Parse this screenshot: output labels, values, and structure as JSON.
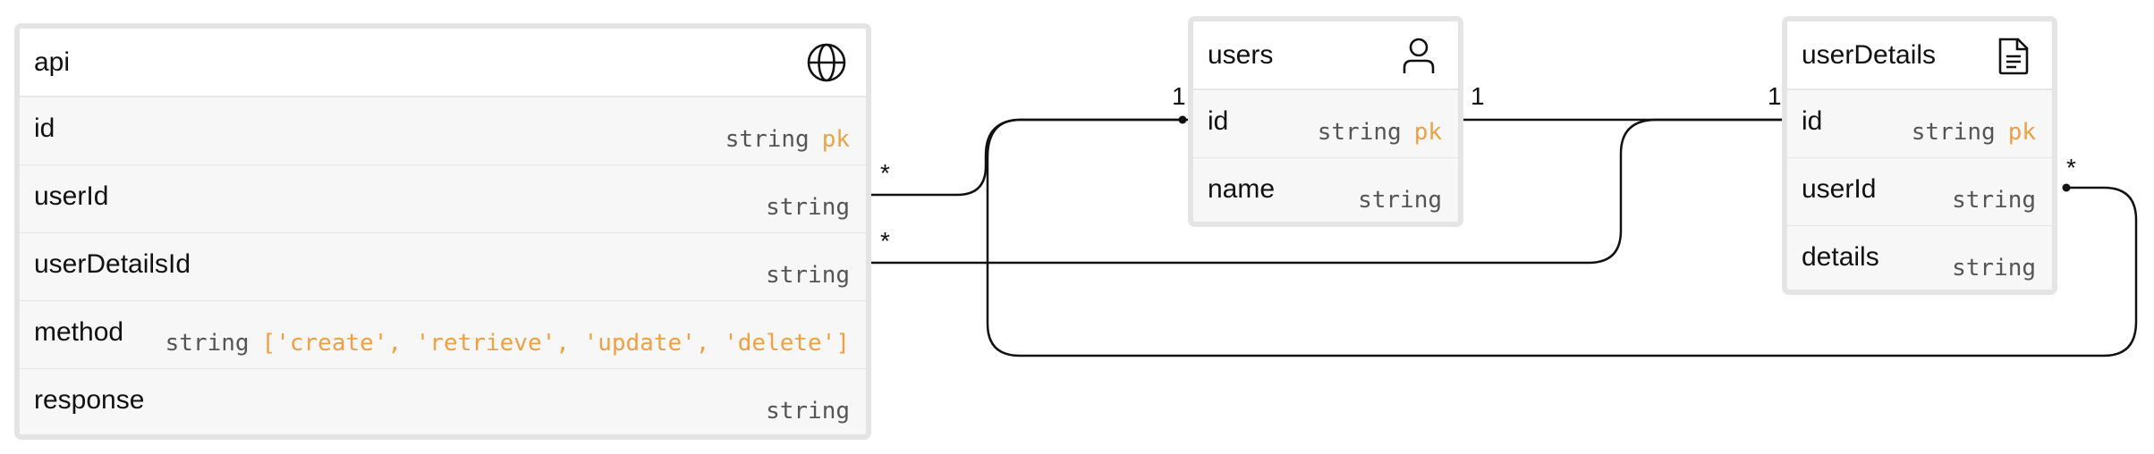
{
  "entities": {
    "api": {
      "title": "api",
      "icon": "globe-icon",
      "fields": [
        {
          "name": "id",
          "type": "string",
          "key": "pk"
        },
        {
          "name": "userId",
          "type": "string",
          "key": ""
        },
        {
          "name": "userDetailsId",
          "type": "string",
          "key": ""
        },
        {
          "name": "method",
          "type": "string",
          "key": "['create', 'retrieve', 'update', 'delete']"
        },
        {
          "name": "response",
          "type": "string",
          "key": ""
        }
      ]
    },
    "users": {
      "title": "users",
      "icon": "user-icon",
      "fields": [
        {
          "name": "id",
          "type": "string",
          "key": "pk"
        },
        {
          "name": "name",
          "type": "string",
          "key": ""
        }
      ]
    },
    "userDetails": {
      "title": "userDetails",
      "icon": "document-icon",
      "fields": [
        {
          "name": "id",
          "type": "string",
          "key": "pk"
        },
        {
          "name": "userId",
          "type": "string",
          "key": ""
        },
        {
          "name": "details",
          "type": "string",
          "key": ""
        }
      ]
    }
  },
  "relations": [
    {
      "from": "api.userId",
      "to": "users.id",
      "from_card": "*",
      "to_card": "1"
    },
    {
      "from": "api.userDetailsId",
      "to": "userDetails.id",
      "from_card": "*",
      "to_card": "1"
    },
    {
      "from": "userDetails.userId",
      "to": "users.id",
      "from_card": "*",
      "to_card": "1"
    },
    {
      "from": "users.id",
      "to": "userDetails.id",
      "from_card": "1",
      "to_card": "1"
    }
  ],
  "colors": {
    "key_accent": "#f0a040",
    "type_text": "#555555",
    "border": "#e4e4e4",
    "row_bg": "#f7f7f7"
  }
}
